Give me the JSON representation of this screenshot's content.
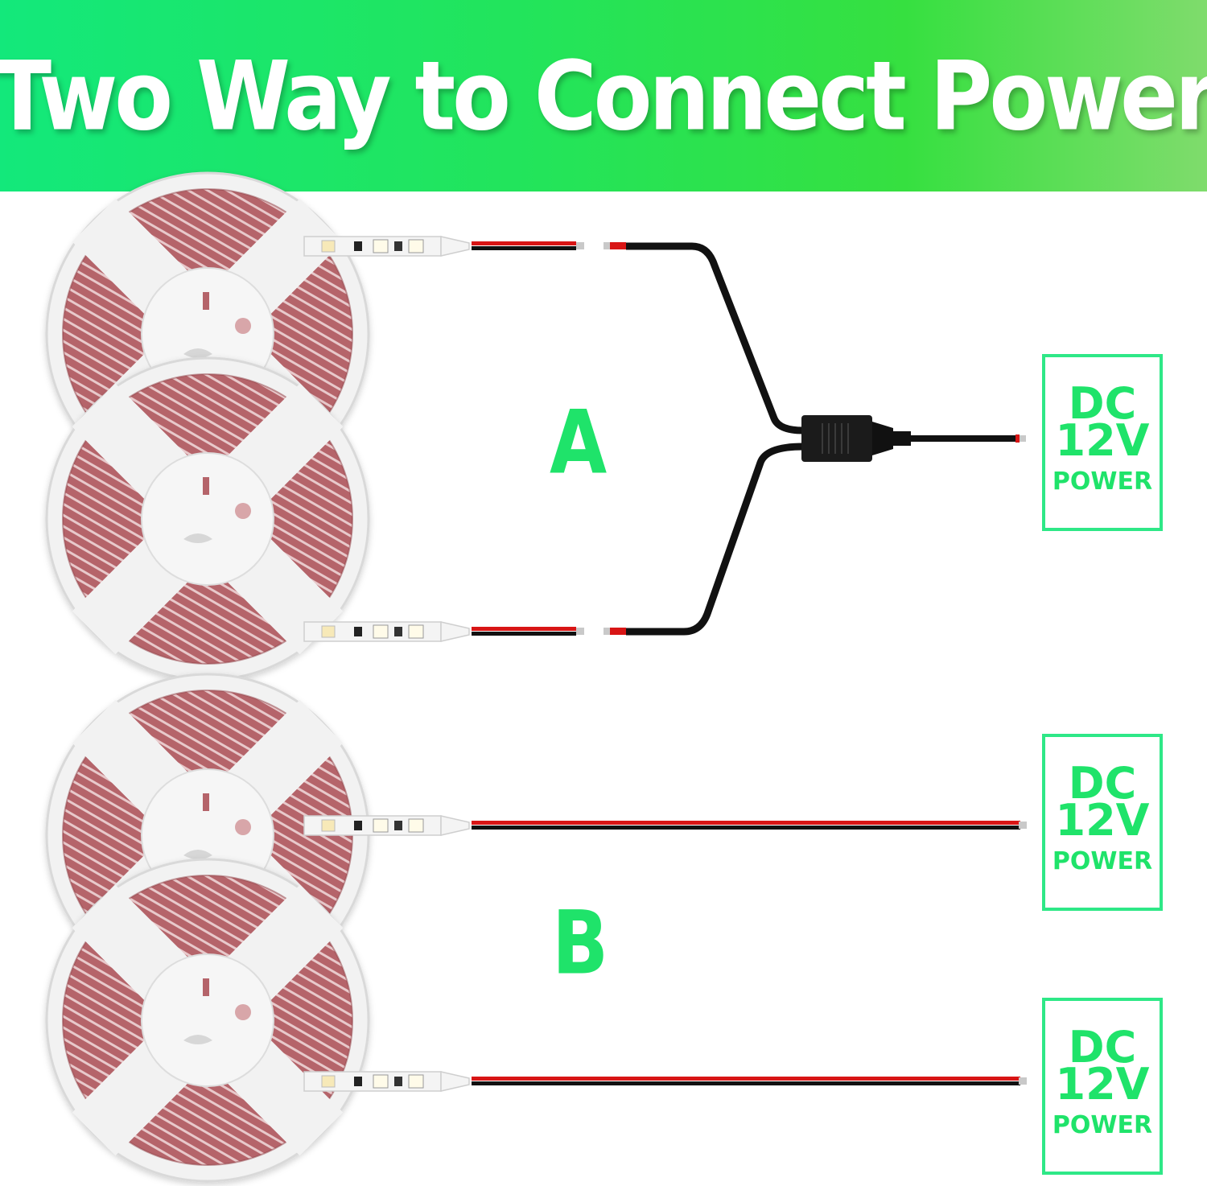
{
  "banner": {
    "title": "Two Way to Connect Power",
    "gradient": [
      "#13e87b",
      "#36e040",
      "#7fdc6c"
    ]
  },
  "sections": [
    {
      "id": "A",
      "label": "A",
      "connection": "splitter-y-cable"
    },
    {
      "id": "B",
      "label": "B",
      "connection": "individual-power"
    }
  ],
  "power_supply": {
    "line1": "DC",
    "line2": "12V",
    "line3": "POWER"
  },
  "colors": {
    "accent": "#1fe36a",
    "box_border": "#2ee887",
    "reel": "#f1f1f1",
    "strip": "#b5646a",
    "wire_red": "#d81515",
    "wire_black": "#111111"
  },
  "icons": [
    "led-strip-reel-icon",
    "splitter-connector-icon",
    "power-box-icon"
  ]
}
